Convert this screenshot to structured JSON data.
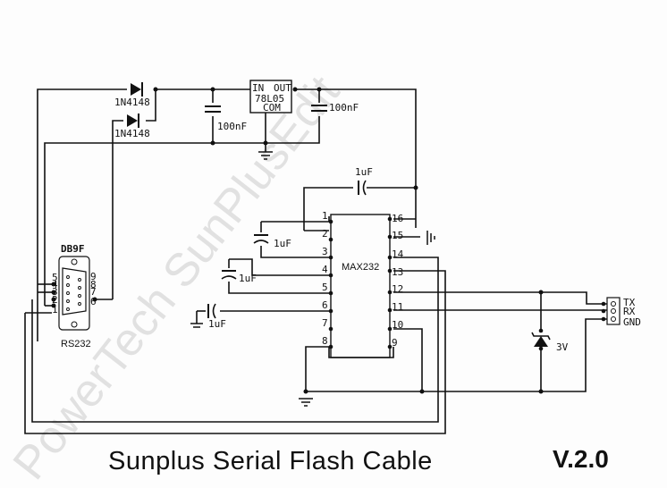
{
  "title": "Sunplus Serial Flash Cable",
  "version": "V.2.0",
  "watermark": "PowerTech SunPlusEdit",
  "connector": {
    "name": "DB9F",
    "type_label": "RS232",
    "left_pins": [
      "5",
      "4",
      "3",
      "2",
      "1"
    ],
    "right_pins": [
      "9",
      "8",
      "7",
      "6"
    ]
  },
  "diodes": [
    {
      "part": "1N4148"
    },
    {
      "part": "1N4148"
    }
  ],
  "regulator": {
    "part": "78L05",
    "pin_in": "IN",
    "pin_out": "OUT",
    "pin_com": "COM"
  },
  "caps": {
    "c_in": "100nF",
    "c_out": "100nF",
    "c1": "1uF",
    "c2": "1uF",
    "c3": "1uF",
    "c4": "1uF"
  },
  "ic": {
    "part": "MAX232",
    "left_pins": [
      "1",
      "2",
      "3",
      "4",
      "5",
      "6",
      "7",
      "8"
    ],
    "right_pins": [
      "16",
      "15",
      "14",
      "13",
      "12",
      "11",
      "10",
      "9"
    ]
  },
  "zener": {
    "value": "3V"
  },
  "header": {
    "pins": [
      "TX",
      "RX",
      "GND"
    ]
  }
}
